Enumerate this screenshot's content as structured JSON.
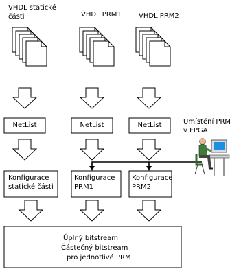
{
  "sources": [
    {
      "label_line1": "VHDL statické",
      "label_line2": "části"
    },
    {
      "label_line1": "VHDL PRM1"
    },
    {
      "label_line1": "VHDL PRM2"
    }
  ],
  "netlist_label": "NetList",
  "placement": {
    "line1": "Umístění PRM",
    "line2": "v FPGA"
  },
  "configs": [
    {
      "line1": "Konfigurace",
      "line2": "statické části"
    },
    {
      "line1": "Konfigurace",
      "line2": "PRM1"
    },
    {
      "line1": "Konfigurace",
      "line2": "PRM2"
    }
  ],
  "output": {
    "line1": "Úplný bitstream",
    "line2": "Částečný bitstream",
    "line3": "pro jednotlivé PRM"
  }
}
